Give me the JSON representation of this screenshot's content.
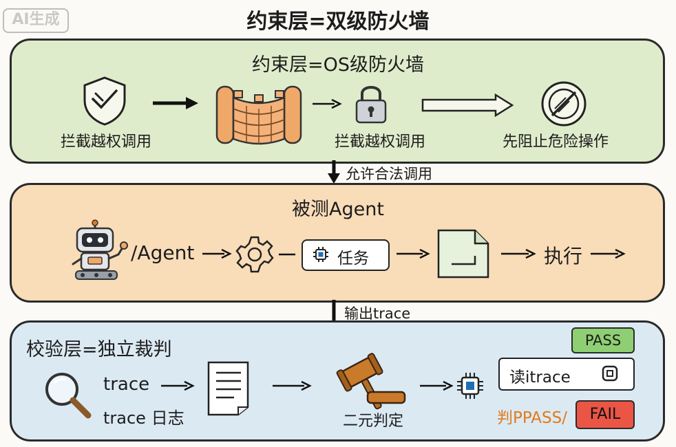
{
  "title": "约束层=双级防火墙",
  "watermark": "AI生成",
  "constraint_panel": {
    "title": "约束层=OS级防火墙",
    "shield_label": "拦截越权调用",
    "lock_label": "拦截越权调用",
    "block_label": "先阻止危险操作"
  },
  "connector1_label": "允许合法调用",
  "agent_panel": {
    "title": "被测Agent",
    "agent_label": "/Agent",
    "task_label": "任务",
    "exec_label": "执行"
  },
  "connector2_label": "输出trace",
  "verify_panel": {
    "title": "校验层=独立裁判",
    "trace_label": "trace",
    "trace_log_label": "trace 日志",
    "judge_label": "二元判定",
    "read_trace_label": "读itrace",
    "pass_label": "PASS",
    "judge_result_label": "判PPASS/",
    "fail_label": "FAIL"
  },
  "colors": {
    "constraint_bg": "#dfeccb",
    "agent_bg": "#f9dcb8",
    "verify_bg": "#dbe9f3",
    "pass": "#8fcf73",
    "fail": "#ea5545",
    "judge_text": "#e07b1a"
  },
  "icons": [
    "shield-check-icon",
    "firewall-wall-icon",
    "padlock-icon",
    "no-entry-icon",
    "robot-icon",
    "gear-icon",
    "chip-icon",
    "document-icon",
    "magnifier-icon",
    "log-document-icon",
    "gavel-icon"
  ]
}
